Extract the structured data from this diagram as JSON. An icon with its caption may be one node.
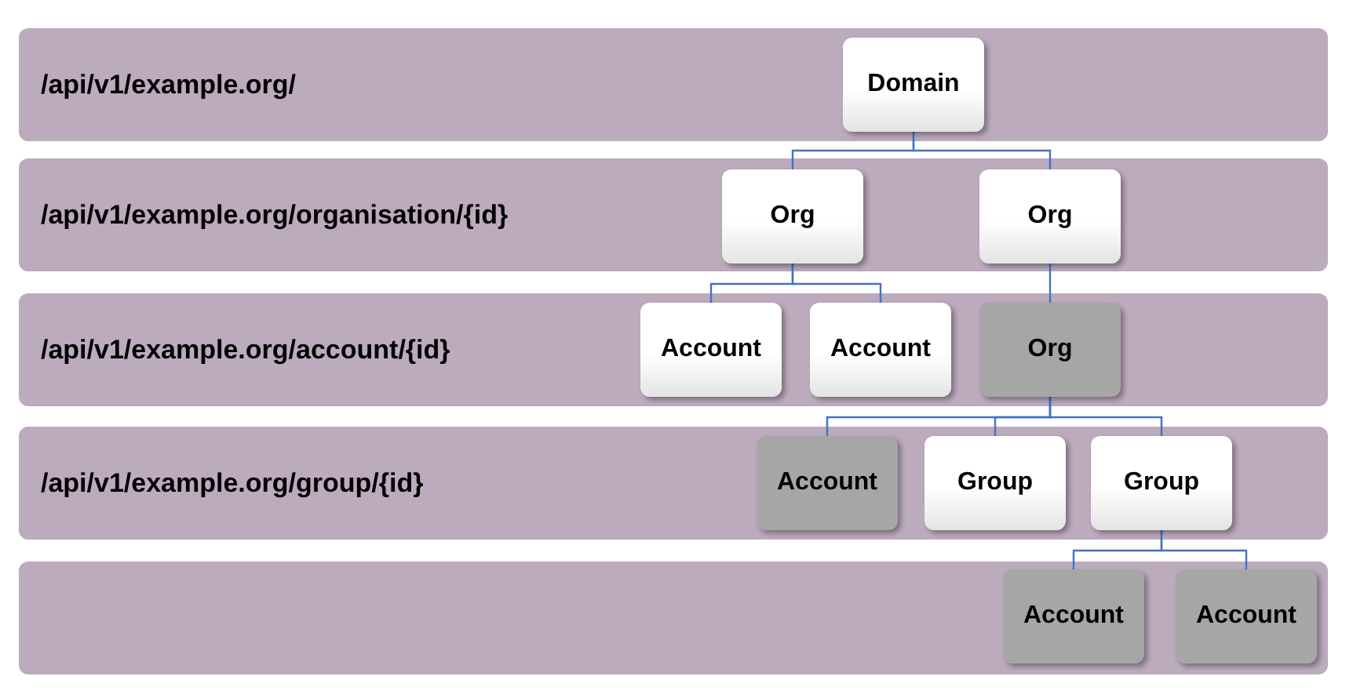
{
  "diagram": {
    "nodes": [
      {
        "text": [
          "/api/v1/example.org/"
        ]
      },
      {
        "text": [
          "Domain"
        ],
        "in": 0
      },
      {
        "text": [
          "/api/v1/example.org/organisation/{id}"
        ]
      },
      {
        "text": [
          "Org"
        ],
        "in": 2
      },
      {
        "text": [
          "Org"
        ],
        "in": 2
      },
      {
        "text": [
          "/api/v1/example.org/account/{id}"
        ]
      },
      {
        "text": [
          "Account"
        ],
        "in": 5
      },
      {
        "text": [
          "Account"
        ],
        "in": 5
      },
      {
        "text": [
          "Org"
        ],
        "in": 5
      },
      {
        "text": [
          "/api/v1/example.org/group/{id}"
        ]
      },
      {
        "text": [
          "Account"
        ],
        "in": 9
      },
      {
        "text": [
          "Group"
        ],
        "in": 9
      },
      {
        "text": [
          "Group"
        ],
        "in": 9
      },
      {
        "text": [],
        "shape": "band"
      },
      {
        "text": [
          "Account"
        ],
        "in": 13
      },
      {
        "text": [
          "Account"
        ],
        "in": 13
      }
    ],
    "edges": [
      {
        "from": 1,
        "to": 3,
        "arrow": "none"
      },
      {
        "from": 1,
        "to": 4,
        "arrow": "none"
      },
      {
        "from": 3,
        "to": 6,
        "arrow": "none"
      },
      {
        "from": 3,
        "to": 7,
        "arrow": "none"
      },
      {
        "from": 4,
        "to": 8,
        "arrow": "none"
      },
      {
        "from": 8,
        "to": 10,
        "arrow": "none"
      },
      {
        "from": 8,
        "to": 11,
        "arrow": "none"
      },
      {
        "from": 8,
        "to": 12,
        "arrow": "none"
      },
      {
        "from": 12,
        "to": 14,
        "arrow": "none"
      },
      {
        "from": 12,
        "to": 15,
        "arrow": "none"
      }
    ]
  }
}
